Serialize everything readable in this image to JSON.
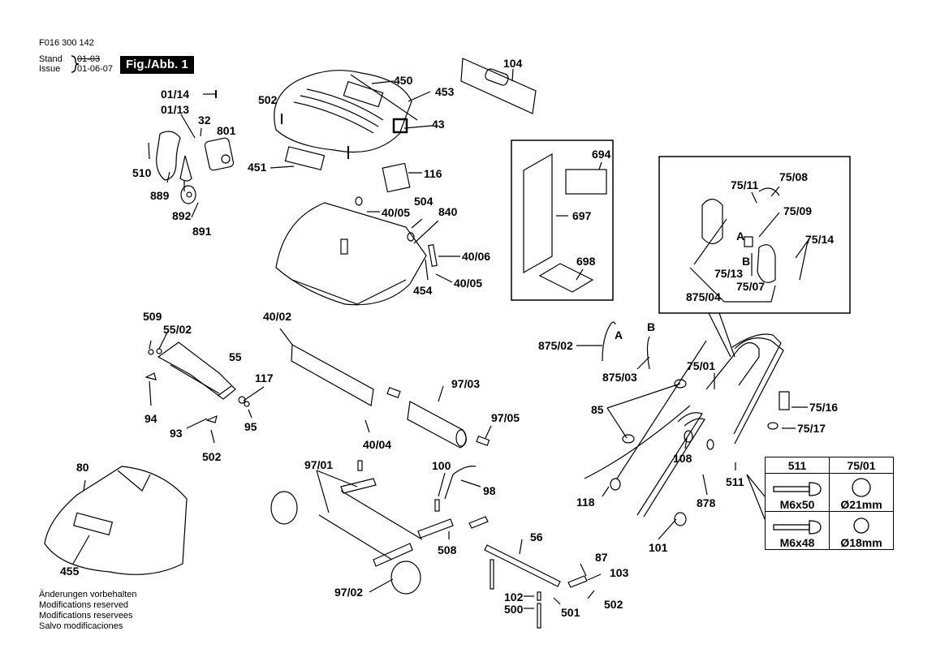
{
  "header": {
    "doc_number": "F016 300 142",
    "stand_label": "Stand",
    "issue_label": "Issue",
    "stand_date_struck": "01-03",
    "issue_date": "01-06-07",
    "figure_badge": "Fig./Abb. 1"
  },
  "part_labels": {
    "p01_14": "01/14",
    "p01_13": "01/13",
    "p32": "32",
    "p801": "801",
    "p510": "510",
    "p889": "889",
    "p892": "892",
    "p891": "891",
    "p502a": "502",
    "p450": "450",
    "p453": "453",
    "p43": "43",
    "p451": "451",
    "p116": "116",
    "p104": "104",
    "p694": "694",
    "p697": "697",
    "p698": "698",
    "p40_05a": "40/05",
    "p504": "504",
    "p840": "840",
    "p40_06": "40/06",
    "p40_05b": "40/05",
    "p454": "454",
    "p75_11": "75/11",
    "p75_08": "75/08",
    "p75_09": "75/09",
    "p75_14": "75/14",
    "pA1": "A",
    "pB1": "B",
    "p75_13": "75/13",
    "p75_07": "75/07",
    "p875_04": "875/04",
    "p509": "509",
    "p55_02": "55/02",
    "p55": "55",
    "p117": "117",
    "p94": "94",
    "p93": "93",
    "p95": "95",
    "p502b": "502",
    "p40_02": "40/02",
    "p97_03": "97/03",
    "p97_05": "97/05",
    "p40_04": "40/04",
    "p875_02": "875/02",
    "pA2": "A",
    "pB2": "B",
    "p875_03": "875/03",
    "p75_01": "75/01",
    "p85": "85",
    "p75_16": "75/16",
    "p75_17": "75/17",
    "p108": "108",
    "p118": "118",
    "p878": "878",
    "p511": "511",
    "p101": "101",
    "p80": "80",
    "p455": "455",
    "p97_01": "97/01",
    "p100": "100",
    "p98": "98",
    "p508": "508",
    "p97_02": "97/02",
    "p56": "56",
    "p87": "87",
    "p103": "103",
    "p502c": "502",
    "p102": "102",
    "p500": "500",
    "p501": "501"
  },
  "spec_table": {
    "headers": [
      "511",
      "75/01"
    ],
    "rows": [
      {
        "screw": "M6x50",
        "diameter": "Ø21mm"
      },
      {
        "screw": "M6x48",
        "diameter": "Ø18mm"
      }
    ]
  },
  "footer": {
    "lines": [
      "Änderungen vorbehalten",
      "Modifications reserved",
      "Modifications reservees",
      "Salvo modificaciones"
    ]
  }
}
